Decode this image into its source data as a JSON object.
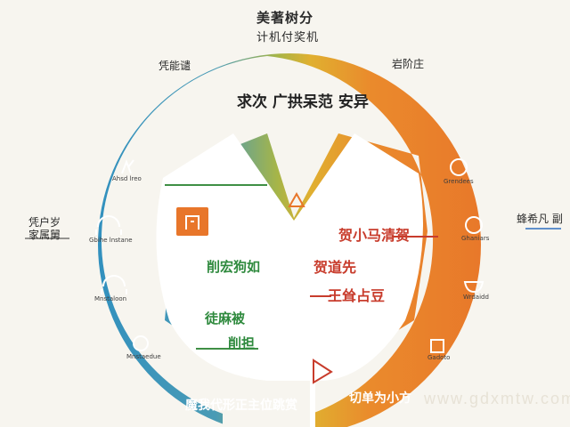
{
  "title": "美著树分",
  "subtitle": "计机付奖机",
  "top_left_label": "凭能谴",
  "top_right_label": "岩阶庄",
  "banner_text": "求次 广拱呆范 安异",
  "left_side_label": [
    "凭户岁",
    "家属舅"
  ],
  "right_side_label": "蜂希凡 副",
  "center_left": {
    "line1": "削宏狗如",
    "line2": "徒麻被",
    "line3": "削担"
  },
  "center_right": {
    "line1": "贺小马清贺",
    "line2": "贺道先",
    "line3": "王耸占豆"
  },
  "bottom_left_text": "魔我代形正主位跳赏",
  "bottom_right_text": "切单为小方",
  "left_icons": [
    {
      "icon": "signal-icon",
      "caption": "Ahsd lreo"
    },
    {
      "icon": "headset-icon",
      "caption": "Gbihe lnstane"
    },
    {
      "icon": "headphones-icon",
      "caption": "Mnstaloon"
    },
    {
      "icon": "logo-icon",
      "caption": "Mnstaedue"
    }
  ],
  "right_icons": [
    {
      "icon": "podium-icon",
      "caption": "Grendees"
    },
    {
      "icon": "lion-icon",
      "caption": "Ghaniars"
    },
    {
      "icon": "bowl-icon",
      "caption": "Wrdaidd"
    },
    {
      "icon": "tower-icon",
      "caption": "Gadoto"
    }
  ],
  "watermark": "www.gdxmtw.com",
  "colors": {
    "left_teal": "#2f8fbf",
    "left_green": "#6aa865",
    "top_yellow": "#e0b030",
    "right_orange": "#ea8a2c",
    "deep_orange": "#e8762a",
    "accent_red": "#c83c2c",
    "text_green": "#2f8a3e"
  }
}
